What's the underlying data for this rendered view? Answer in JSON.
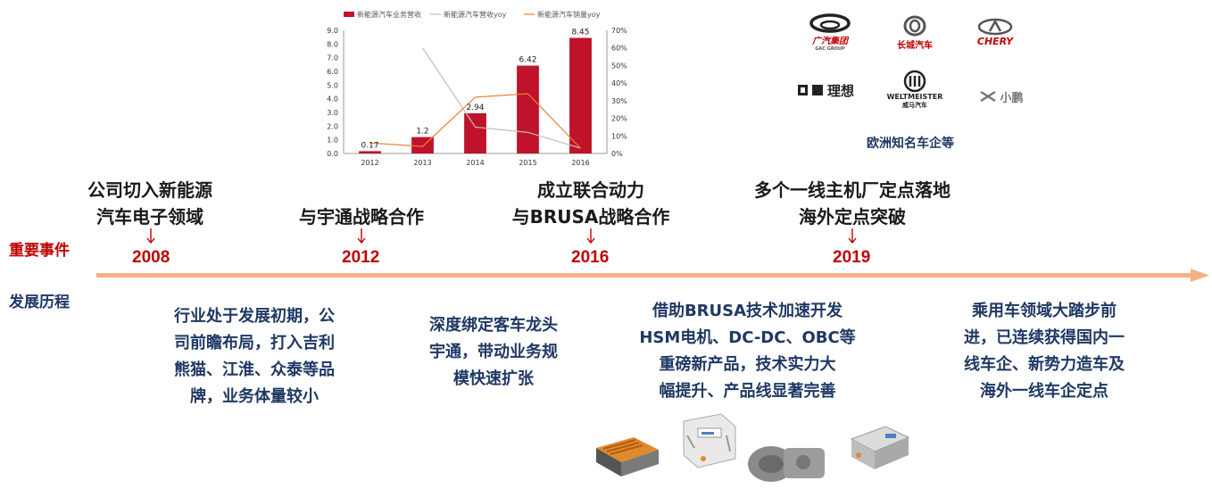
{
  "chart_data": {
    "type": "bar",
    "categories": [
      "2012",
      "2013",
      "2014",
      "2015",
      "2016"
    ],
    "series": [
      {
        "name": "新能源汽车业务营收",
        "kind": "bar",
        "axis": "left",
        "color": "#c0122b",
        "values": [
          0.17,
          1.2,
          2.94,
          6.42,
          8.45
        ]
      },
      {
        "name": "新能源汽车营收yoy",
        "kind": "line",
        "axis": "right",
        "color": "#bfbfbf",
        "values": [
          null,
          60,
          15,
          12,
          3
        ]
      },
      {
        "name": "新能源汽车销量yoy",
        "kind": "line",
        "axis": "right",
        "color": "#ed7d31",
        "values": [
          6,
          4,
          32,
          34,
          3
        ]
      }
    ],
    "data_labels": [
      "0.17",
      "1.2",
      "2.94",
      "6.42",
      "8.45"
    ],
    "y_ticks": [
      "0.0",
      "1.0",
      "2.0",
      "3.0",
      "4.0",
      "5.0",
      "6.0",
      "7.0",
      "8.0",
      "9.0"
    ],
    "y2_ticks": [
      "0%",
      "10%",
      "20%",
      "30%",
      "40%",
      "50%",
      "60%",
      "70%"
    ],
    "ylim": [
      0,
      9
    ],
    "y2lim": [
      0,
      70
    ],
    "legend_position": "top",
    "grid": false
  },
  "logos": {
    "gac": "广汽集团",
    "gac_sub": "GAC GROUP",
    "great_wall": "长城汽车",
    "chery": "CHERY",
    "lixiang": "理想",
    "weltmeister": "WELTMEISTER",
    "weltmeister_sub": "威马汽车",
    "xpeng": "小鹏",
    "caption": "欧洲知名车企等"
  },
  "timeline": {
    "row_label_events": "重要事件",
    "row_label_history": "发展历程",
    "events": [
      {
        "year": "2008",
        "lines": [
          "公司切入新能源",
          "汽车电子领域"
        ]
      },
      {
        "year": "2012",
        "lines": [
          "与宇通战略合作"
        ]
      },
      {
        "year": "2016",
        "lines": [
          "成立联合动力",
          "与BRUSA战略合作"
        ]
      },
      {
        "year": "2019",
        "lines": [
          "多个一线主机厂定点落地",
          "海外定点突破"
        ]
      }
    ],
    "stages": [
      {
        "lines": [
          "行业处于发展初期，公",
          "司前瞻布局，打入吉利",
          "熊猫、江淮、众泰等品",
          "牌，业务体量较小"
        ]
      },
      {
        "lines": [
          "深度绑定客车龙头",
          "宇通，带动业务规",
          "模快速扩张"
        ]
      },
      {
        "lines": [
          "借助BRUSA技术加速开发",
          "HSM电机、DC-DC、OBC等",
          "重磅新产品，技术实力大",
          "幅提升、产品线显著完善"
        ]
      },
      {
        "lines": [
          "乘用车领域大踏步前",
          "进，已连续获得国内一",
          "线车企、新势力造车及",
          "海外一线车企定点"
        ]
      }
    ]
  },
  "colors": {
    "accent_red": "#c00000",
    "timeline_arrow": "#f4b183",
    "stage_text": "#1f3864"
  }
}
